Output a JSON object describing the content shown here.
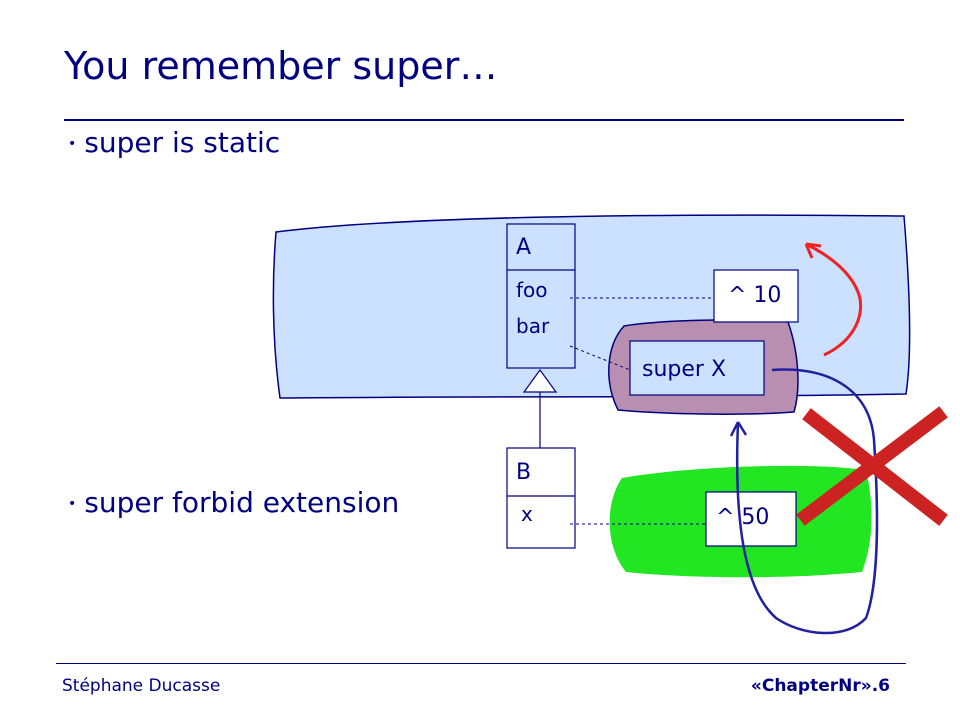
{
  "slide": {
    "title": "You remember super…",
    "bullets": [
      "super is static",
      "super forbid extension"
    ]
  },
  "diagram": {
    "class_a": {
      "name": "A",
      "methods": [
        "foo",
        "bar"
      ]
    },
    "class_b": {
      "name": "B",
      "methods": [
        "x"
      ]
    },
    "boxes": {
      "return10": "^ 10",
      "superx": "super X",
      "return50": "^ 50"
    }
  },
  "colors": {
    "text": "#000080",
    "blue_region": "#cce0ff",
    "mauve_region": "#b88fb0",
    "green_region": "#22e622",
    "red_arrow": "#ee2222",
    "blue_arrow": "#2020a0",
    "cross": "#cc2222"
  },
  "footer": {
    "author": "Stéphane Ducasse",
    "page": "«ChapterNr».6"
  }
}
